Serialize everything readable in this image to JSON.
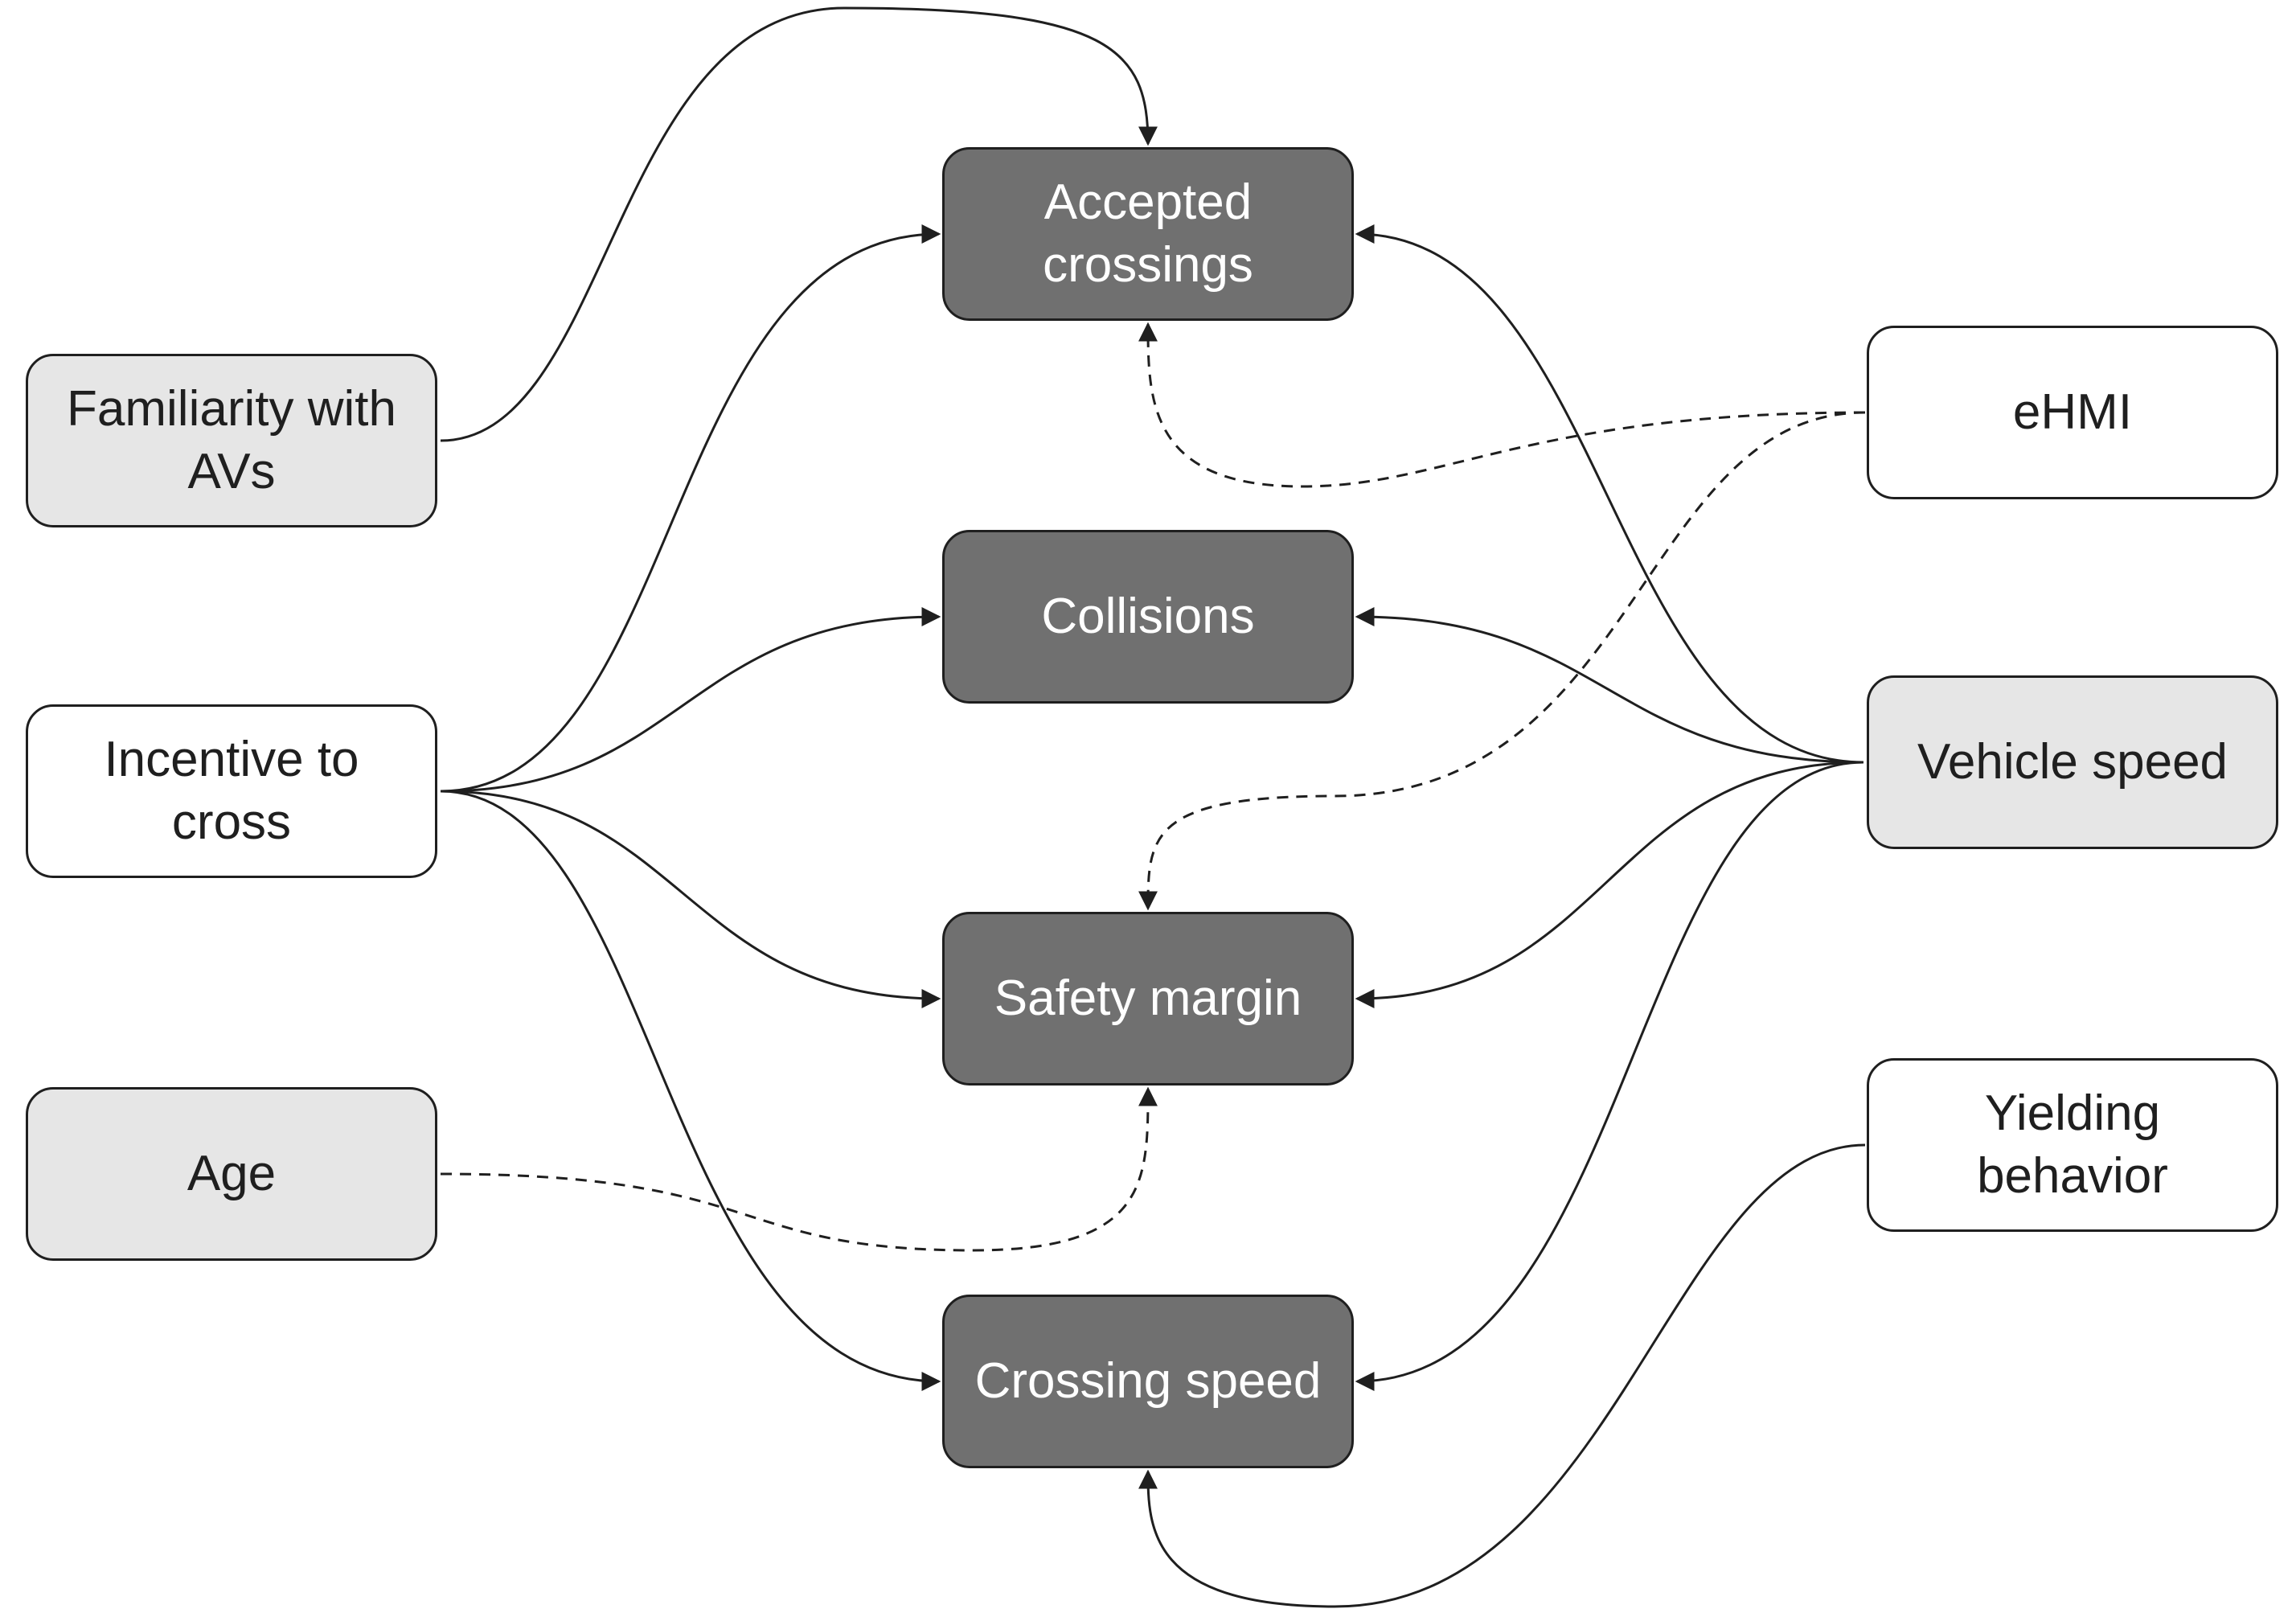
{
  "nodes": {
    "accepted_crossings": {
      "label": "Accepted\ncrossings"
    },
    "collisions": {
      "label": "Collisions"
    },
    "safety_margin": {
      "label": "Safety margin"
    },
    "crossing_speed": {
      "label": "Crossing speed"
    },
    "familiarity": {
      "label": "Familiarity with\nAVs"
    },
    "incentive": {
      "label": "Incentive to\ncross"
    },
    "age": {
      "label": "Age"
    },
    "ehmi": {
      "label": "eHMI"
    },
    "vehicle_speed": {
      "label": "Vehicle speed"
    },
    "yielding": {
      "label": "Yielding\nbehavior"
    }
  },
  "edges": [
    {
      "from": "familiarity",
      "to": "accepted_crossings",
      "style": "solid"
    },
    {
      "from": "incentive",
      "to": "accepted_crossings",
      "style": "solid"
    },
    {
      "from": "incentive",
      "to": "collisions",
      "style": "solid"
    },
    {
      "from": "incentive",
      "to": "safety_margin",
      "style": "solid"
    },
    {
      "from": "incentive",
      "to": "crossing_speed",
      "style": "solid"
    },
    {
      "from": "age",
      "to": "safety_margin",
      "style": "dashed"
    },
    {
      "from": "ehmi",
      "to": "accepted_crossings",
      "style": "dashed"
    },
    {
      "from": "ehmi",
      "to": "safety_margin",
      "style": "dashed"
    },
    {
      "from": "vehicle_speed",
      "to": "accepted_crossings",
      "style": "solid"
    },
    {
      "from": "vehicle_speed",
      "to": "collisions",
      "style": "solid"
    },
    {
      "from": "vehicle_speed",
      "to": "safety_margin",
      "style": "solid"
    },
    {
      "from": "vehicle_speed",
      "to": "crossing_speed",
      "style": "solid"
    },
    {
      "from": "yielding",
      "to": "crossing_speed",
      "style": "solid"
    }
  ],
  "colors": {
    "outcome_fill": "#707070",
    "outcome_text": "#ffffff",
    "light_fill": "#e6e6e6",
    "white_fill": "#ffffff",
    "stroke": "#1f1f1f"
  }
}
